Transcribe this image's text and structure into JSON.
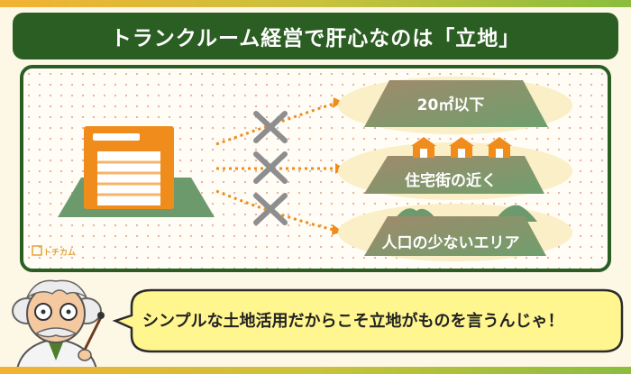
{
  "header": {
    "title": "トランクルーム経営で肝心なのは「立地」"
  },
  "conditions": [
    {
      "label": "20㎡以下"
    },
    {
      "label": "住宅街の近く"
    },
    {
      "label": "人口の少ないエリア"
    }
  ],
  "brand": {
    "logo_text": "トチカム"
  },
  "speech": {
    "text": "シンプルな土地活用だからこそ立地がものを言うんじゃ！"
  },
  "colors": {
    "title_bg": "#2b5e22",
    "accent_orange": "#f08c1c",
    "speech_bubble": "#fff68f",
    "ground_green": "#6c9a6d",
    "cross_gray": "#8e8e8e"
  }
}
